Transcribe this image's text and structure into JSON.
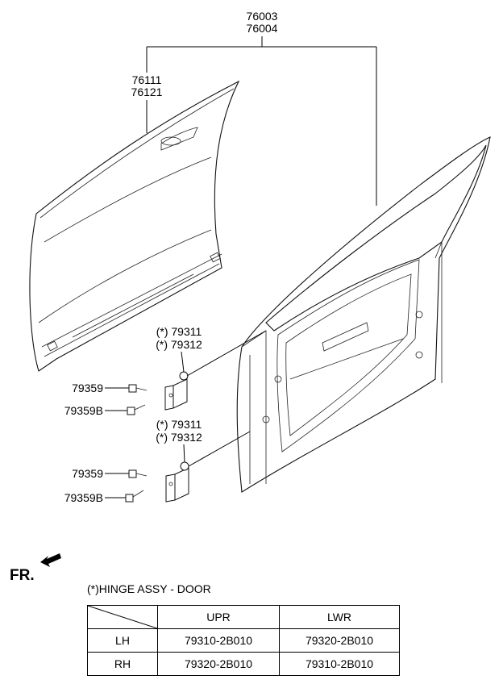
{
  "labels": {
    "door_assy_1": "76003",
    "door_assy_2": "76004",
    "panel_1": "76111",
    "panel_2": "76121",
    "hinge_upper_1": "(*) 79311",
    "hinge_upper_2": "(*) 79312",
    "hinge_lower_1": "(*) 79311",
    "hinge_lower_2": "(*) 79312",
    "bolt_upper_a": "79359",
    "bolt_upper_b": "79359B",
    "bolt_lower_a": "79359",
    "bolt_lower_b": "79359B",
    "front_indicator": "FR."
  },
  "table": {
    "title": "(*)HINGE ASSY - DOOR",
    "headers": [
      "",
      "UPR",
      "LWR"
    ],
    "rows": [
      {
        "side": "LH",
        "upr": "79310-2B010",
        "lwr": "79320-2B010"
      },
      {
        "side": "RH",
        "upr": "79320-2B010",
        "lwr": "79310-2B010"
      }
    ]
  }
}
